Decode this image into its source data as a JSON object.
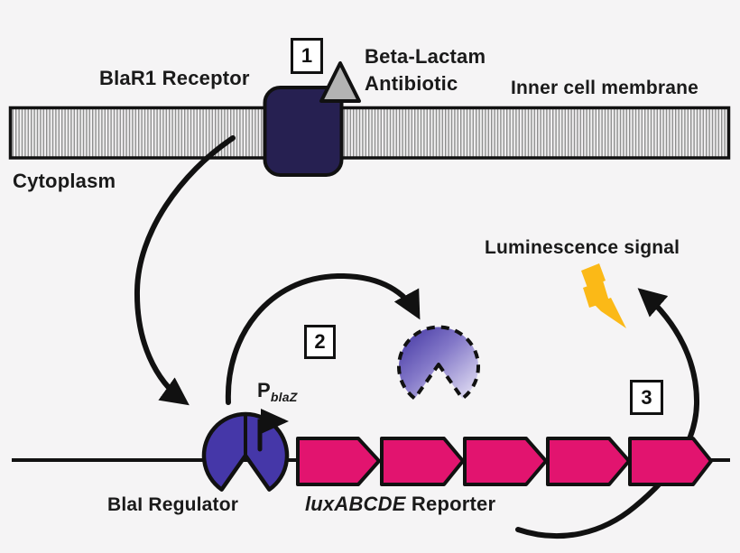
{
  "figure": {
    "type": "biological-pathway-diagram",
    "labels": {
      "receptor": "BlaR1 Receptor",
      "antibiotic_line1": "Beta-Lactam",
      "antibiotic_line2": "Antibiotic",
      "inner_membrane": "Inner cell membrane",
      "cytoplasm": "Cytoplasm",
      "luminescence": "Luminescence signal",
      "regulator": "BlaI Regulator",
      "reporter_gene": "luxABCDE",
      "reporter_suffix": " Reporter",
      "promoter_symbol": "P",
      "promoter_subscript": "blaZ"
    },
    "steps": [
      {
        "label": "1"
      },
      {
        "label": "2"
      },
      {
        "label": "3"
      }
    ],
    "genes": {
      "count": 5
    },
    "colors": {
      "background": "#f5f4f5",
      "outline": "#111111",
      "text": "#1a1a1a",
      "receptor_fill": "#262051",
      "antibiotic_fill": "#b3b3b3",
      "regulator_fill": "#4537a8",
      "degraded_gradient_start": "#3f32a0",
      "degraded_gradient_end": "#eae7f7",
      "gene_fill": "#e2146f",
      "lightning_fill": "#fbb917",
      "membrane_stripe": "#8e8e8e",
      "membrane_base": "#f2f1f2"
    },
    "icons": {
      "beta-lactam-triangle-icon": "gray triangle (antibiotic molecule)",
      "lightning-bolt-icon": "yellow zigzag bolt (light emission)",
      "membrane-band": "horizontal striped bar (lipid bilayer)",
      "receptor-shape": "dark rounded rectangle crossing membrane",
      "regulator-shape": "purple notched disc (repressor protein)",
      "degraded-regulator-shape": "dashed fading notched disc (degraded repressor)",
      "gene-arrow": "pink pentagon arrow (gene on DNA)",
      "promoter-arrow-icon": "bent arrow (transcription start)",
      "flow-arrow": "curved black arrow (signal flow)"
    }
  }
}
